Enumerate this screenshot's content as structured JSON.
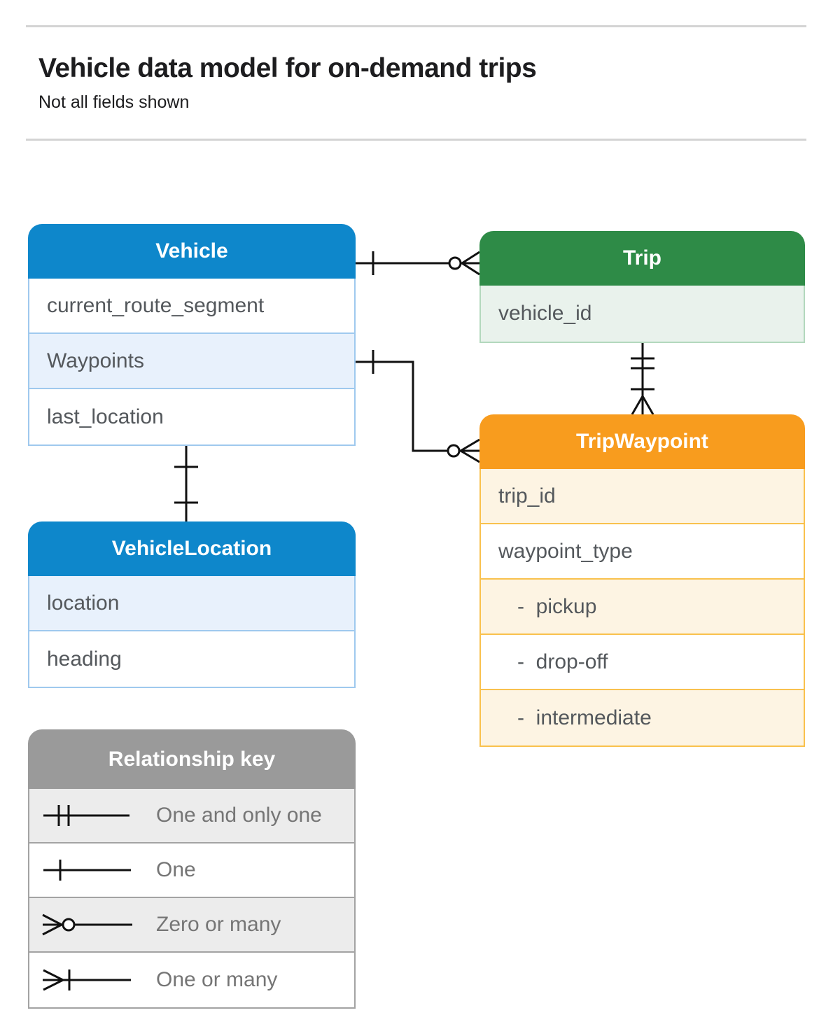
{
  "page": {
    "title": "Vehicle data model for on-demand trips",
    "subtitle": "Not all fields shown"
  },
  "tables": {
    "vehicle": {
      "title": "Vehicle",
      "rows": [
        "current_route_segment",
        "Waypoints",
        "last_location"
      ]
    },
    "trip": {
      "title": "Trip",
      "rows": [
        "vehicle_id"
      ]
    },
    "trip_waypoint": {
      "title": "TripWaypoint",
      "rows": [
        "trip_id",
        "waypoint_type",
        "-  pickup",
        "-  drop-off",
        "-  intermediate"
      ]
    },
    "vehicle_location": {
      "title": "VehicleLocation",
      "rows": [
        "location",
        "heading"
      ]
    }
  },
  "relationship_key": {
    "title": "Relationship key",
    "items": [
      {
        "symbol": "one-and-only-one-symbol",
        "label": "One and only one"
      },
      {
        "symbol": "one-symbol",
        "label": "One"
      },
      {
        "symbol": "zero-or-many-symbol",
        "label": "Zero or many"
      },
      {
        "symbol": "one-or-many-symbol",
        "label": "One or many"
      }
    ]
  },
  "connectors": [
    {
      "from": "Vehicle",
      "to": "Trip",
      "from_cardinality": "one",
      "to_cardinality": "zero-or-many"
    },
    {
      "from": "Vehicle.Waypoints",
      "to": "TripWaypoint",
      "from_cardinality": "one",
      "to_cardinality": "zero-or-many"
    },
    {
      "from": "Trip",
      "to": "TripWaypoint",
      "from_cardinality": "one-and-only-one",
      "to_cardinality": "one-or-many"
    },
    {
      "from": "Vehicle.last_location",
      "to": "VehicleLocation",
      "from_cardinality": "one",
      "to_cardinality": "one"
    }
  ],
  "colors": {
    "blue_header": "#0e87cb",
    "blue_tint": "#e8f1fc",
    "blue_border": "#9fc9ee",
    "green_header": "#2e8b47",
    "green_tint": "#e9f2ec",
    "green_border": "#b3d8bd",
    "orange_header": "#f89c1e",
    "orange_tint": "#fdf4e3",
    "orange_border": "#f9c14d",
    "gray_header": "#9a9a9a",
    "gray_tint": "#ececec",
    "header_text": "#ffffff",
    "row_text": "#54585c",
    "connector_line": "#111111"
  }
}
